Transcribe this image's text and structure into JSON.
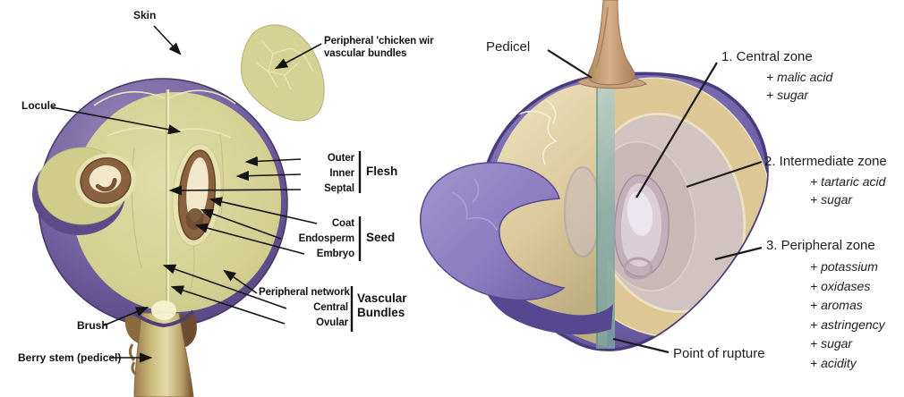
{
  "left_diagram": {
    "labels": {
      "skin": "Skin",
      "locule": "Locule",
      "chicken_wire_line1": "Peripheral 'chicken wir",
      "chicken_wire_line2": "vascular bundles",
      "flesh_parts": {
        "outer": "Outer",
        "inner": "Inner",
        "septal": "Septal"
      },
      "flesh_group": "Flesh",
      "seed_parts": {
        "coat": "Coat",
        "endosperm": "Endosperm",
        "embryo": "Embryo"
      },
      "seed_group": "Seed",
      "vascular_parts": {
        "peripheral_network": "Peripheral network",
        "central": "Central",
        "ovular": "Ovular"
      },
      "vascular_group_line1": "Vascular",
      "vascular_group_line2": "Bundles",
      "brush": "Brush",
      "berry_stem": "Berry stem (pedicel)"
    }
  },
  "right_diagram": {
    "pedicel": "Pedicel",
    "zone1": {
      "title": "1. Central zone",
      "items": [
        "+ malic acid",
        "+ sugar"
      ]
    },
    "zone2": {
      "title": "2. Intermediate zone",
      "items": [
        "+ tartaric acid",
        "+ sugar"
      ]
    },
    "zone3": {
      "title": "3. Peripheral zone",
      "items": [
        "+ potassium",
        "+ oxidases",
        "+ aromas",
        "+ astringency",
        "+ sugar",
        "+ acidity"
      ]
    },
    "point_of_rupture": "Point of rupture"
  },
  "colors": {
    "skin_purple": "#7568ad",
    "skin_purple_dark": "#4a3b7d",
    "flesh_green": "#d5d295",
    "flesh_cream": "#ead9ae",
    "seed_brown": "#8a6240",
    "seed_cream": "#f3e7cb",
    "cut_peripheral_tan": "#dcc795",
    "cut_intermediate_gray": "#d0c3c0",
    "seed_pink": "#d8c9cf",
    "vascular_teal": "#7fa6a2",
    "pedicel_tan": "#c8a17d",
    "label_text": "#121212"
  }
}
